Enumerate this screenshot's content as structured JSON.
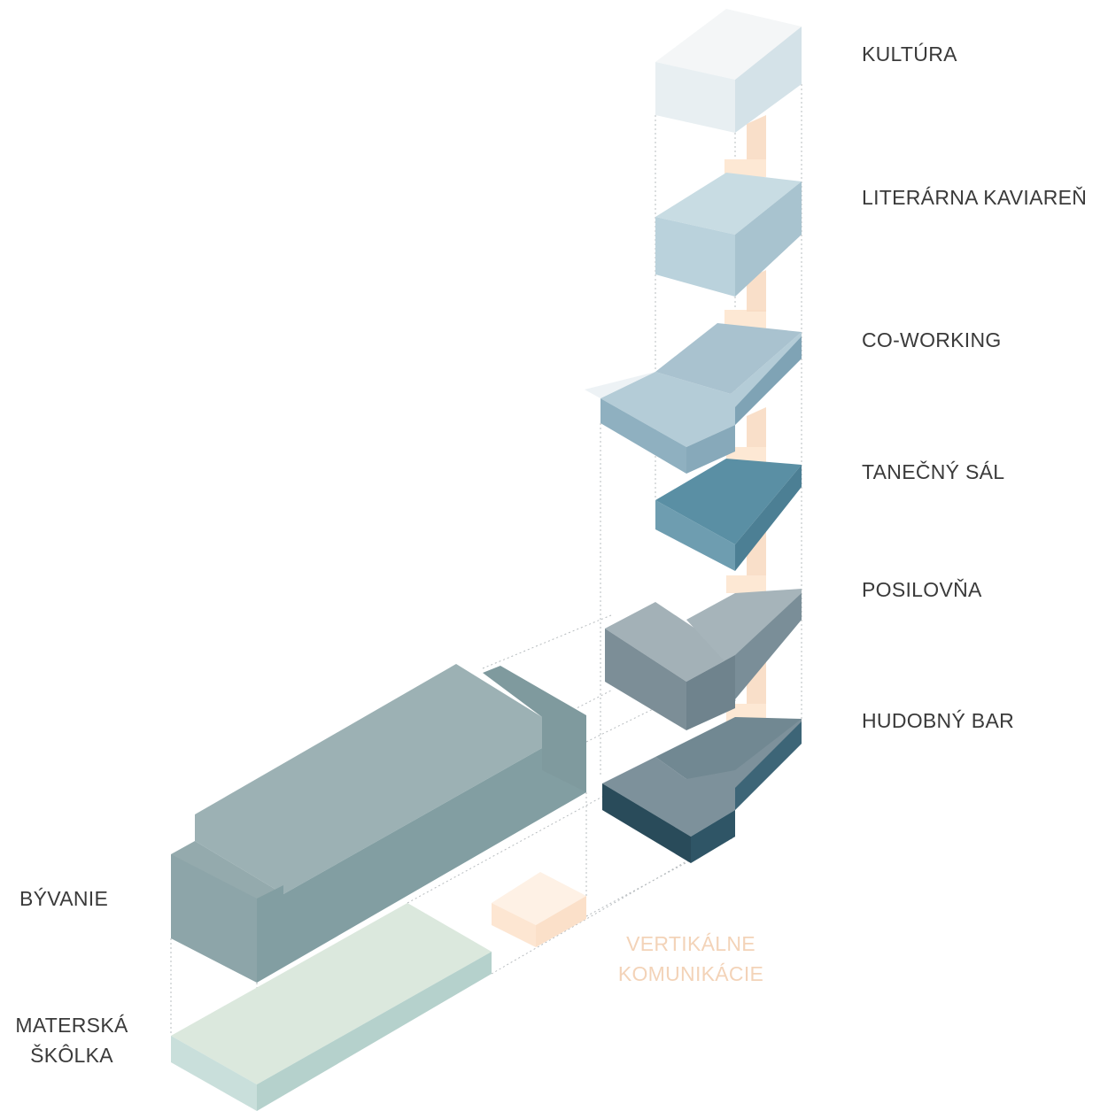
{
  "labels": {
    "kultura": "KULTÚRA",
    "literarna_kaviaren": "LITERÁRNA KAVIAREŇ",
    "co_working": "CO-WORKING",
    "tanecny_sal": "TANEČNÝ SÁL",
    "posilovna": "POSILOVŇA",
    "hudobny_bar": "HUDOBNÝ BAR",
    "byvanie": "BÝVANIE",
    "materska_line1": "MATERSKÁ",
    "materska_line2": "ŠKÔLKA",
    "vertikalne_line1": "VERTIKÁLNE",
    "vertikalne_line2": "KOMUNIKÁCIE"
  },
  "colors": {
    "label_text": "#3a3a3a",
    "circulation_text": "#f3d3b8",
    "circulation_fill": "#fde8d4",
    "kultura": "#e6eef2",
    "literarna_kaviaren": "#b7d0d9",
    "co_working": "#a8c6d3",
    "tanecny_sal": "#5a8fa4",
    "posilovna": "#8c9ea6",
    "hudobny_bar": "#6f8792",
    "byvanie": "#91a9ad",
    "materska_skolka": "#d8e8dc"
  }
}
